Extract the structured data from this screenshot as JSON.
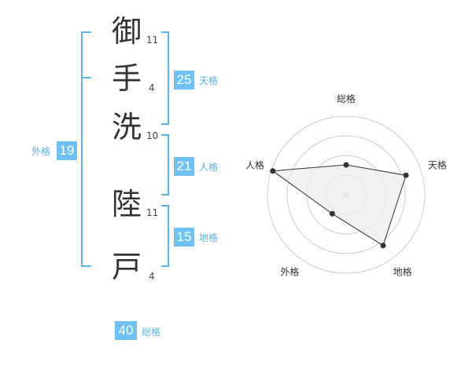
{
  "name_diagram": {
    "characters": [
      {
        "char": "御",
        "strokes": "11"
      },
      {
        "char": "手",
        "strokes": "4"
      },
      {
        "char": "洗",
        "strokes": "10"
      },
      {
        "char": "陸",
        "strokes": "11"
      },
      {
        "char": "戸",
        "strokes": "4"
      }
    ],
    "tenkaku": {
      "value": "25",
      "label": "天格"
    },
    "jinkaku": {
      "value": "21",
      "label": "人格"
    },
    "chikaku": {
      "value": "15",
      "label": "地格"
    },
    "gaikaku": {
      "value": "19",
      "label": "外格"
    },
    "soukaku": {
      "value": "40",
      "label": "総格"
    },
    "colors": {
      "bracket": "#5ab3e8",
      "badge": "#6ec1f2"
    }
  },
  "chart_data": {
    "type": "radar",
    "axes": [
      "総格",
      "天格",
      "地格",
      "外格",
      "人格"
    ],
    "values": [
      0.38,
      0.8,
      0.8,
      0.3,
      0.98
    ],
    "range": [
      0,
      1
    ],
    "rings": 4,
    "colors": {
      "fill": "#eeeeee",
      "line": "#333333",
      "grid": "#cccccc",
      "center": "#cccccc"
    }
  }
}
